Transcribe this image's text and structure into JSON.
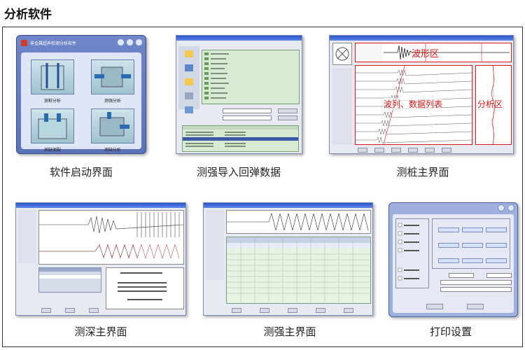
{
  "page": {
    "title": "分析软件"
  },
  "startup": {
    "caption": "软件启动界面",
    "window_title": "非金属超声检测分析软件",
    "tiles": [
      {
        "label": "测桩分析"
      },
      {
        "label": "测强分析"
      },
      {
        "label": "测缺测裂"
      },
      {
        "label": "测缺分析"
      }
    ]
  },
  "import_screen": {
    "caption": "测强导入回弹数据"
  },
  "pile_screen": {
    "caption": "测桩主界面",
    "regions": {
      "waveform": "波形区",
      "wave_column": "波列、数据列表",
      "analysis": "分析区"
    }
  },
  "depth_screen": {
    "caption": "测深主界面"
  },
  "strength_screen": {
    "caption": "测强主界面"
  },
  "print_screen": {
    "caption": "打印设置"
  },
  "colors": {
    "title_bar": "#5b73b8",
    "red_label": "#e01818",
    "list_green": "#d7ebd2"
  }
}
